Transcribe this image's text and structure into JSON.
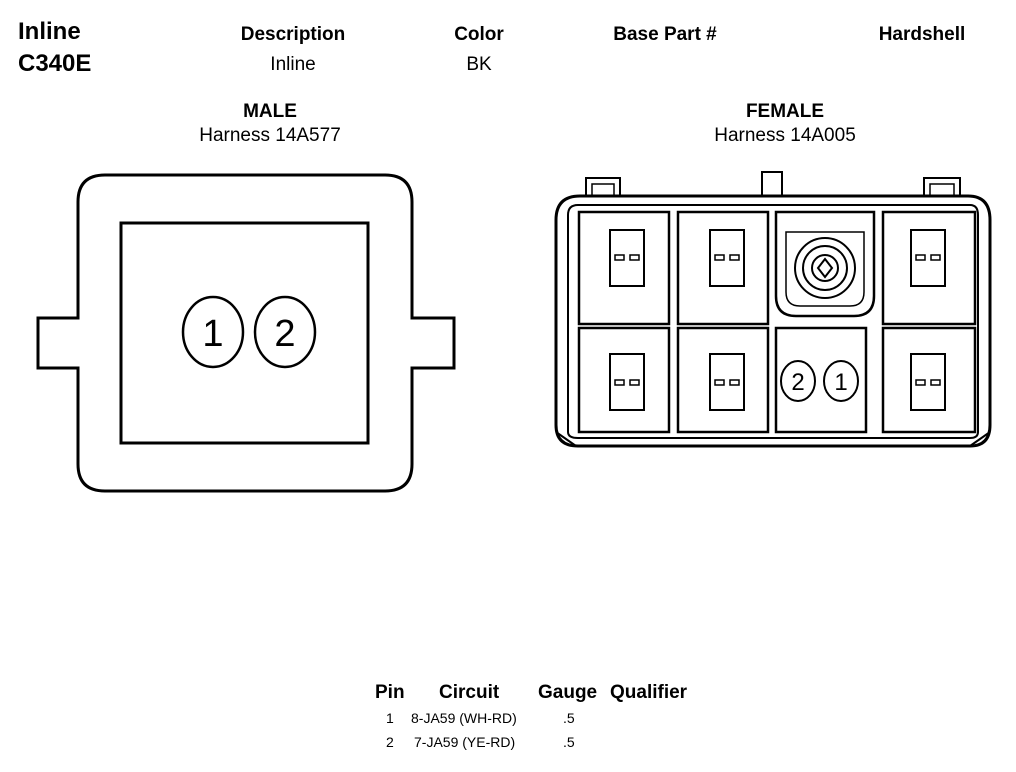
{
  "connector": {
    "type_label": "Inline",
    "id": "C340E"
  },
  "info": {
    "headers": {
      "description": "Description",
      "color": "Color",
      "base_part": "Base Part #",
      "hardshell": "Hardshell"
    },
    "values": {
      "description": "Inline",
      "color": "BK",
      "base_part": "",
      "hardshell": ""
    }
  },
  "male": {
    "label": "MALE",
    "harness": "Harness 14A577",
    "pins": [
      "1",
      "2"
    ]
  },
  "female": {
    "label": "FEMALE",
    "harness": "Harness 14A005",
    "pins": [
      "2",
      "1"
    ]
  },
  "pin_table": {
    "headers": {
      "pin": "Pin",
      "circuit": "Circuit",
      "gauge": "Gauge",
      "qualifier": "Qualifier"
    },
    "rows": [
      {
        "pin": "1",
        "circuit": "8-JA59 (WH-RD)",
        "gauge": ".5"
      },
      {
        "pin": "2",
        "circuit": "7-JA59 (YE-RD)",
        "gauge": ".5"
      }
    ]
  }
}
